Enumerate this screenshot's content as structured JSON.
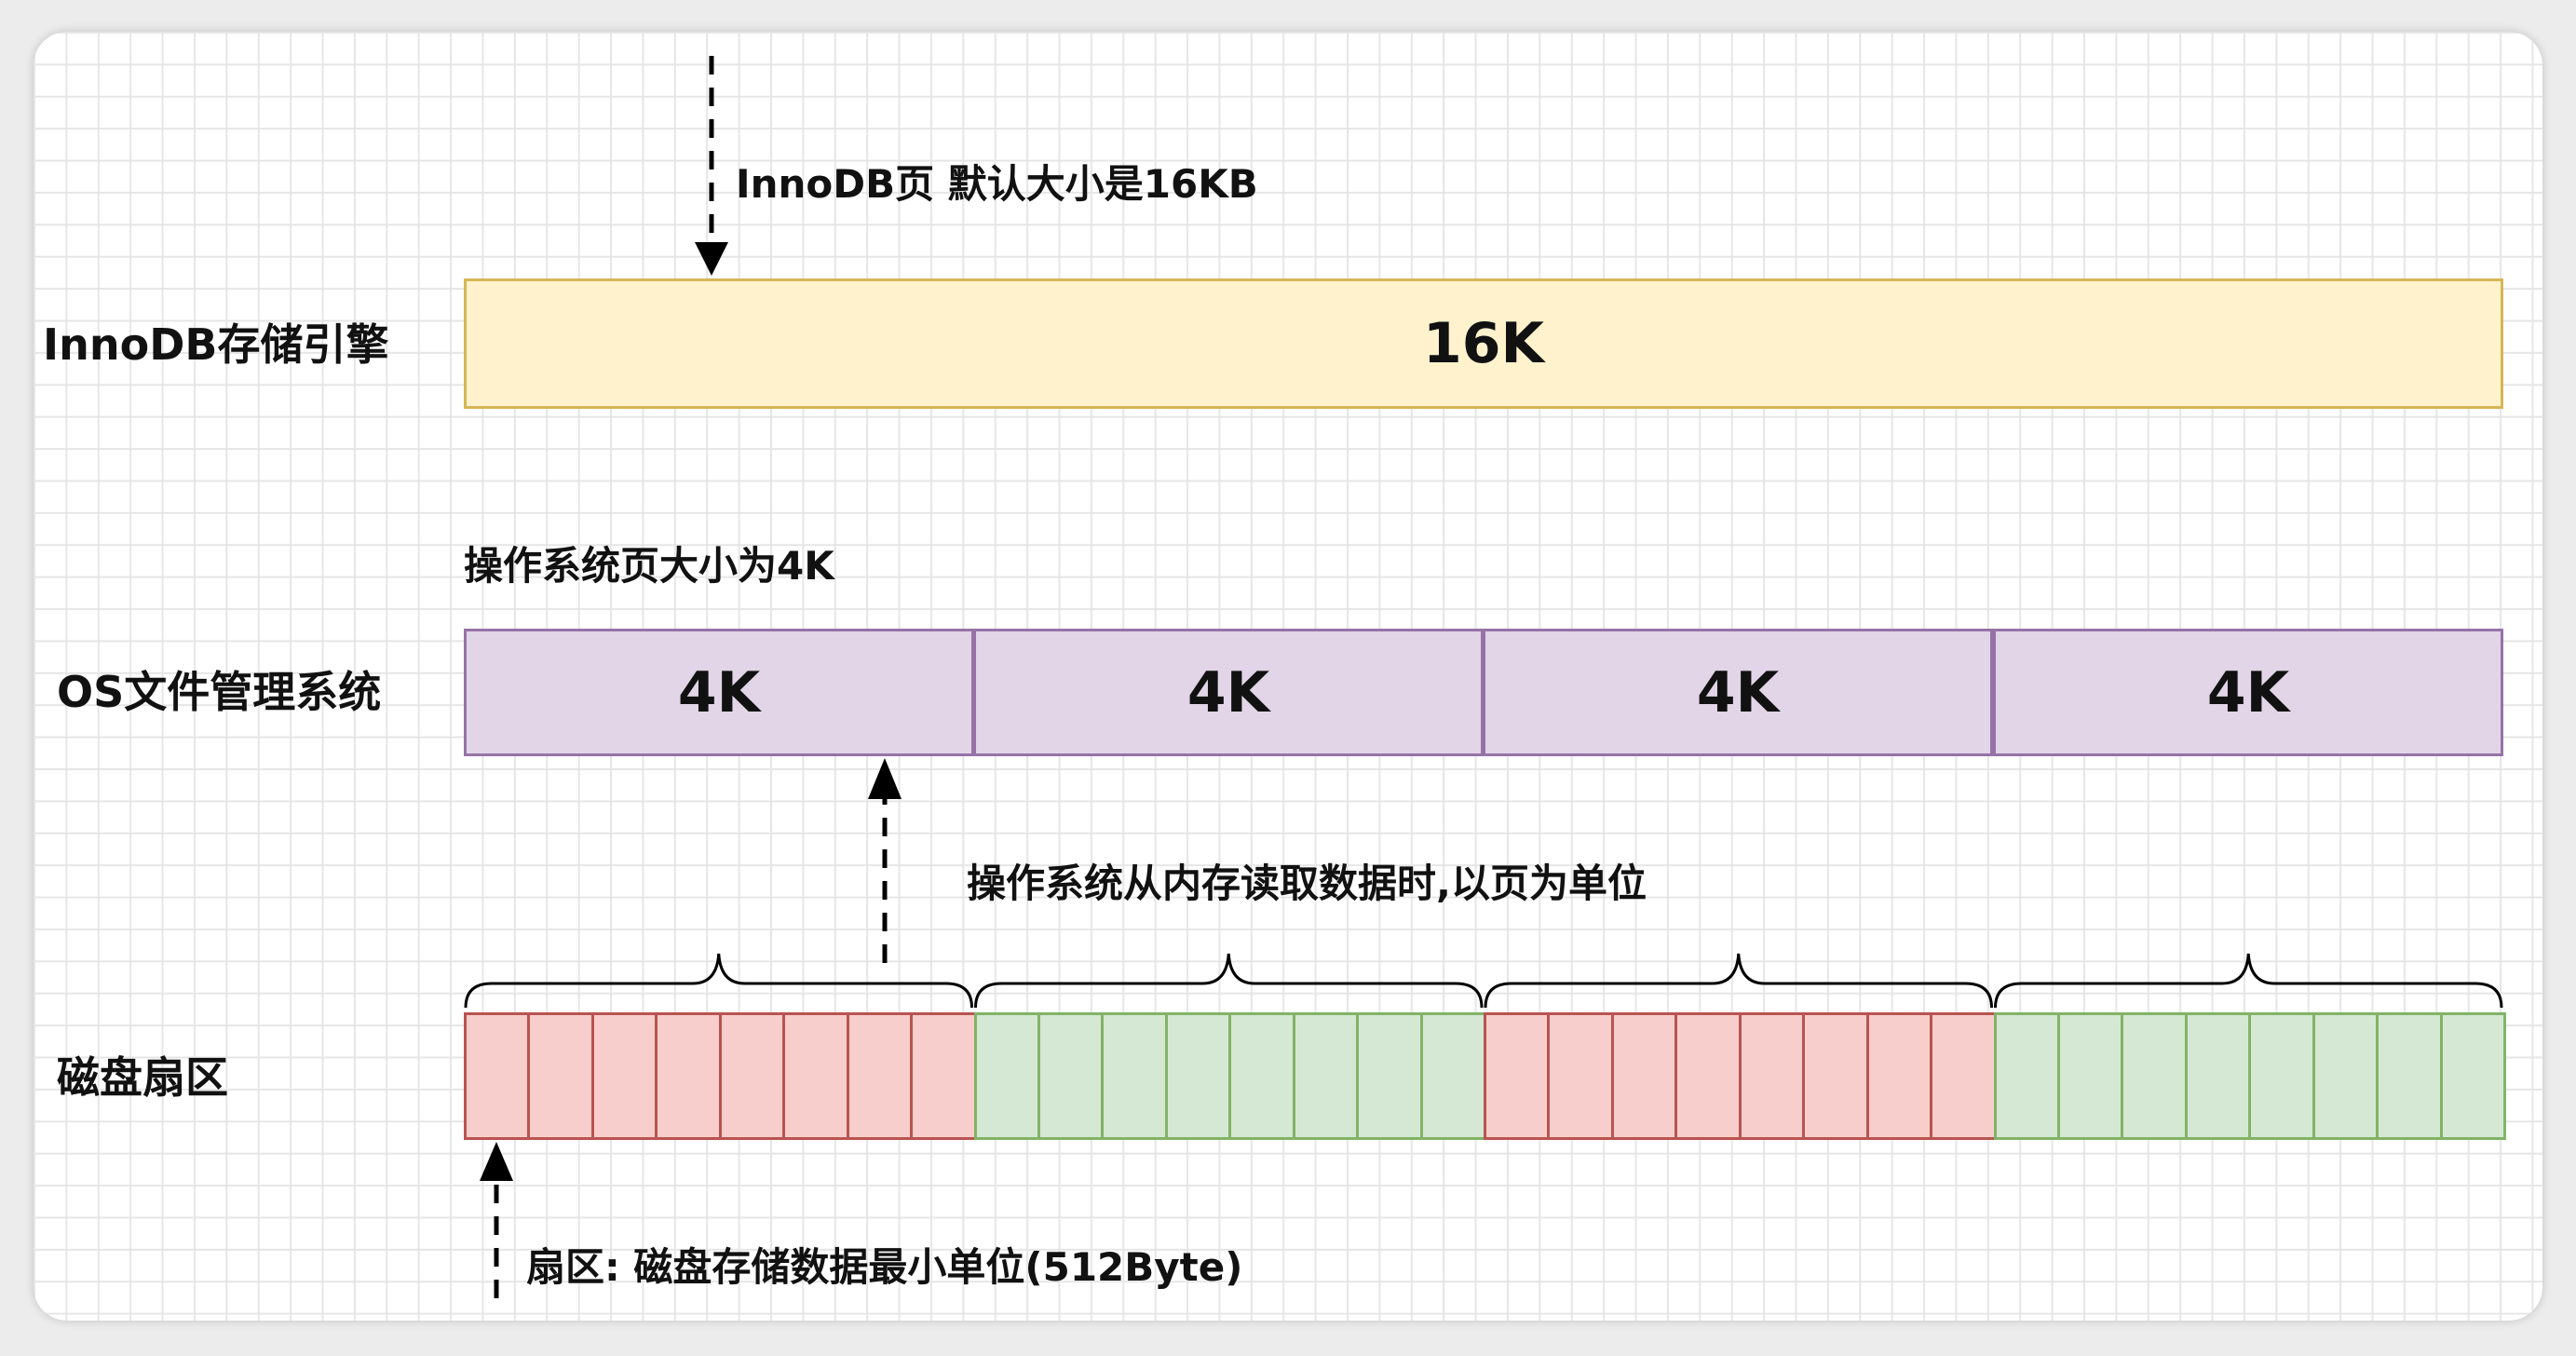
{
  "labels": {
    "innodb_engine": "InnoDB存储引擎",
    "os_fs": "OS文件管理系统",
    "disk_sector": "磁盘扇区"
  },
  "notes": {
    "innodb_page": "InnoDB页 默认大小是16KB",
    "os_page": "操作系统页大小为4K",
    "os_read": "操作系统从内存读取数据时,以页为单位",
    "sector": "扇区: 磁盘存储数据最小单位(512Byte)"
  },
  "innodb_block": {
    "text": "16K"
  },
  "os_pages": [
    "4K",
    "4K",
    "4K",
    "4K"
  ],
  "disk": {
    "groups": [
      "red",
      "green",
      "red",
      "green"
    ],
    "sectors_per_group": 8
  },
  "colors": {
    "innodb_fill": "#fff2cc",
    "innodb_stroke": "#d6b656",
    "os_fill": "#e1d5e7",
    "os_stroke": "#9673a6",
    "sector_red_fill": "#f8cecc",
    "sector_red_stroke": "#b85450",
    "sector_green_fill": "#d5e8d4",
    "sector_green_stroke": "#82b366"
  }
}
